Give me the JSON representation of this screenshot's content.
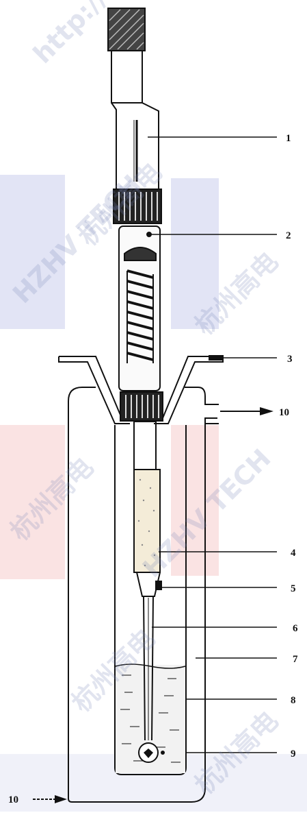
{
  "labels": {
    "l1": "1",
    "l2": "2",
    "l3": "3",
    "l4": "4",
    "l5": "5",
    "l6": "6",
    "l7": "7",
    "l8": "8",
    "l9": "9",
    "l10_out": "10",
    "l10_in": "10"
  },
  "watermark": {
    "brand": "杭州高电",
    "site": "http://www.hzhv.com",
    "tech": "HZHV TECH"
  },
  "colors": {
    "line": "#111111",
    "watermark_blue": "#5b68c8",
    "watermark_red": "#e06060"
  }
}
